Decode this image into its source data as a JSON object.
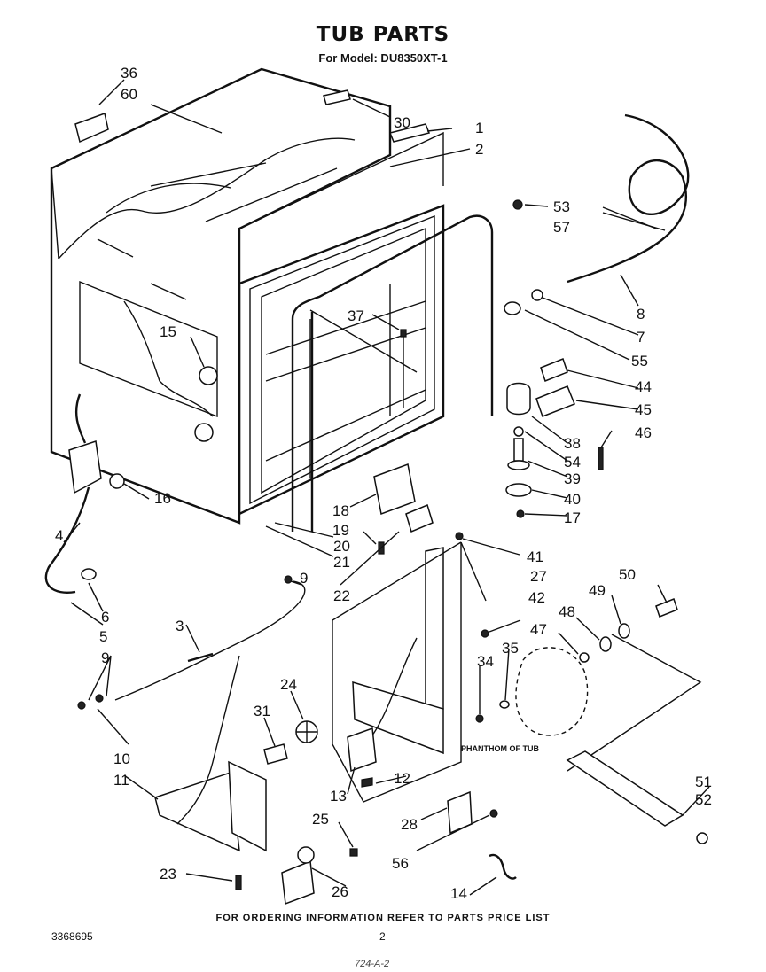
{
  "header": {
    "title": "TUB PARTS",
    "model": "For Model: DU8350XT-1"
  },
  "footer": {
    "ordering_note": "FOR ORDERING INFORMATION REFER TO PARTS PRICE LIST",
    "doc_number": "3368695",
    "page_number": "2",
    "handwritten": "724-A-2"
  },
  "annotation": "PHANTHOM OF TUB",
  "part_labels": [
    "36",
    "60",
    "30",
    "1",
    "2",
    "53",
    "57",
    "8",
    "7",
    "55",
    "44",
    "45",
    "46",
    "38",
    "54",
    "39",
    "40",
    "17",
    "37",
    "15",
    "16",
    "4",
    "6",
    "5",
    "3",
    "9",
    "9",
    "10",
    "11",
    "23",
    "18",
    "19",
    "20",
    "21",
    "22",
    "41",
    "27",
    "42",
    "50",
    "49",
    "48",
    "47",
    "35",
    "34",
    "24",
    "31",
    "13",
    "12",
    "28",
    "56",
    "25",
    "26",
    "14",
    "51",
    "52"
  ]
}
